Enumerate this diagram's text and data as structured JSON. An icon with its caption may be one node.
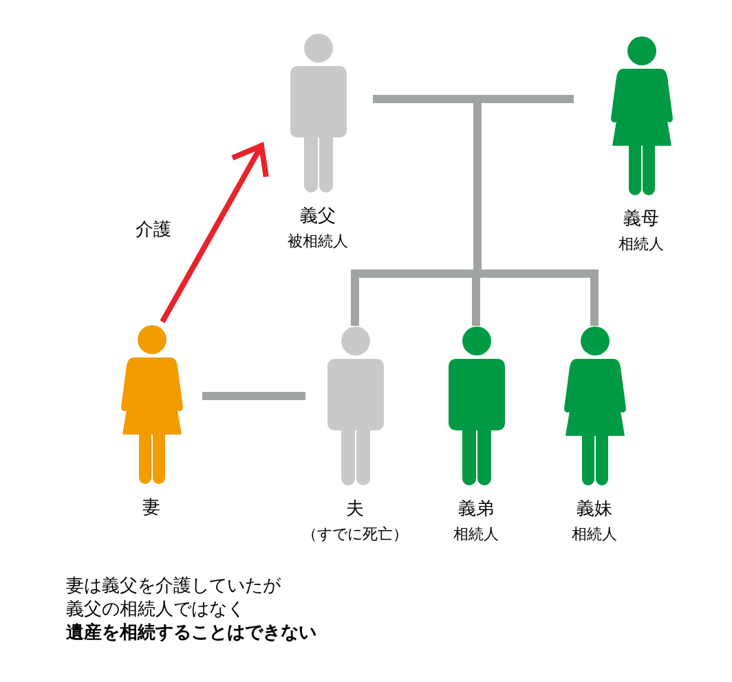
{
  "diagram": {
    "nodes": [
      {
        "text": [
          "義父",
          "被相続人"
        ]
      },
      {
        "text": [
          "義母",
          "相続人"
        ]
      },
      {
        "text": [
          "妻"
        ]
      },
      {
        "text": [
          "夫",
          "（すでに死亡）"
        ]
      },
      {
        "text": [
          "義弟",
          "相続人"
        ]
      },
      {
        "text": [
          "義妹",
          "相続人"
        ]
      }
    ],
    "edges": [
      {
        "from": 0,
        "to": 3,
        "arrow": "none"
      },
      {
        "from": 0,
        "to": 4,
        "arrow": "none"
      },
      {
        "from": 0,
        "to": 5,
        "arrow": "none"
      },
      {
        "from": 1,
        "to": 3,
        "arrow": "none"
      },
      {
        "from": 1,
        "to": 4,
        "arrow": "none"
      },
      {
        "from": 1,
        "to": 5,
        "arrow": "none"
      },
      {
        "from": 2,
        "to": 3,
        "arrow": "none"
      },
      {
        "from": 2,
        "to": 0,
        "arrow": "to",
        "label": "介護",
        "color": "#e8232a"
      }
    ],
    "labels": [
      "妻は義父を介護していたが",
      "義父の相続人ではなく",
      "遺産を相続することはできない"
    ]
  }
}
